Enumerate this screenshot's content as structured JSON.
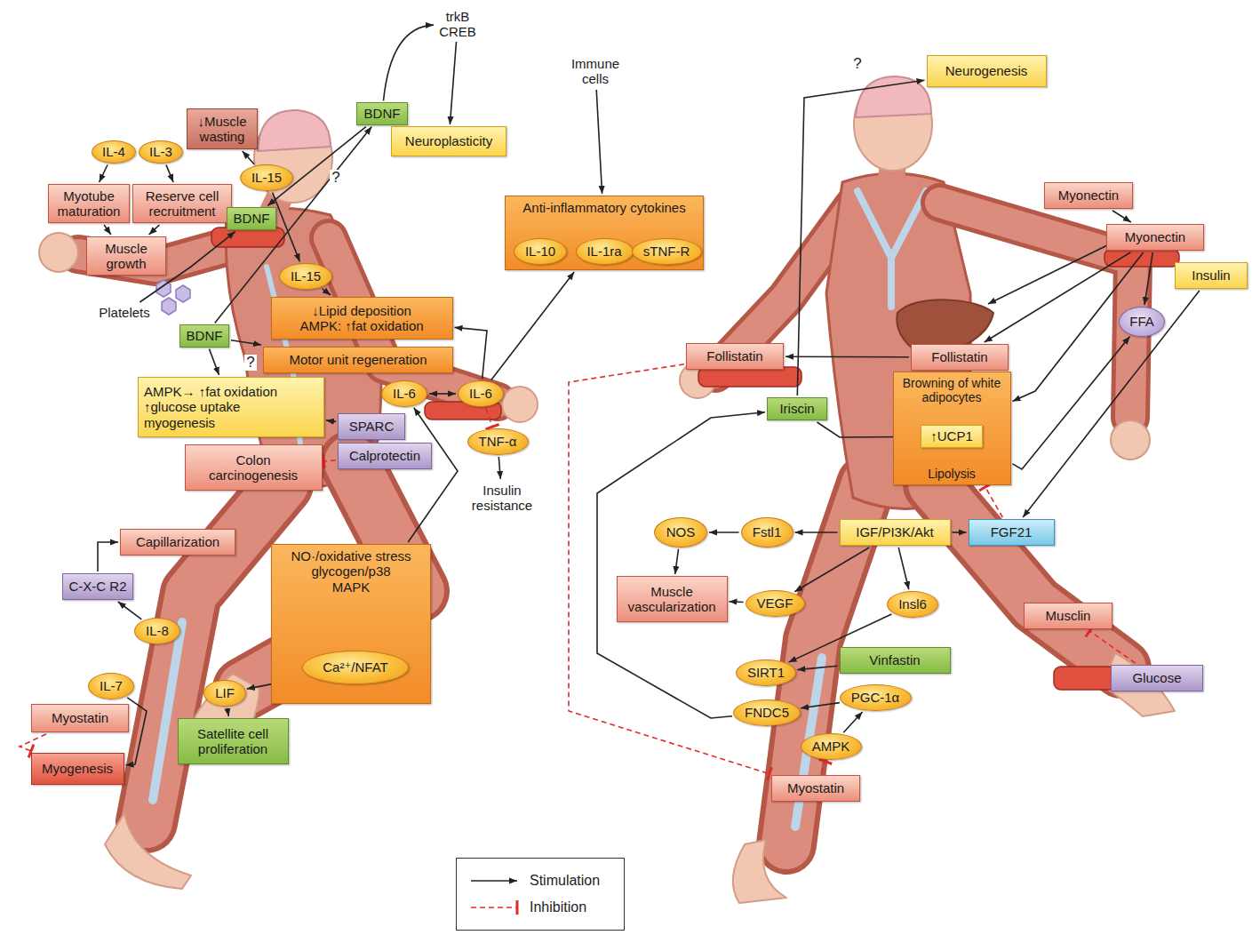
{
  "diagram": {
    "nodes": [
      {
        "text": [
          "BDNF"
        ]
      },
      {
        "text": [
          "trkB CREB"
        ]
      },
      {
        "text": [
          "Neuroplasticity"
        ]
      },
      {
        "text": [
          "Immune cells"
        ]
      },
      {
        "text": [
          "Anti-inflammatory cytokines"
        ]
      },
      {
        "text": [
          "IL-10"
        ],
        "in": 4
      },
      {
        "text": [
          "IL-1ra"
        ],
        "in": 4
      },
      {
        "text": [
          "sTNF-R"
        ],
        "in": 4
      },
      {
        "text": [
          "↓Muscle wasting"
        ]
      },
      {
        "text": [
          "IL-4"
        ]
      },
      {
        "text": [
          "IL-3"
        ]
      },
      {
        "text": [
          "IL-15"
        ]
      },
      {
        "text": [
          "Myotube maturation"
        ]
      },
      {
        "text": [
          "Reserve cell recruitment"
        ]
      },
      {
        "text": [
          "Muscle growth"
        ]
      },
      {
        "text": [
          "BDNF"
        ]
      },
      {
        "text": [
          "IL-15"
        ]
      },
      {
        "text": [
          "Platelets"
        ]
      },
      {
        "text": [
          "BDNF"
        ]
      },
      {
        "text": [
          "↓Lipid deposition",
          "AMPK: ↑fat oxidation"
        ]
      },
      {
        "text": [
          "Motor unit regeneration"
        ]
      },
      {
        "text": [
          "AMPK→ ↑fat oxidation",
          "↑glucose uptake",
          "myogenesis"
        ]
      },
      {
        "text": [
          "IL-6"
        ]
      },
      {
        "text": [
          "IL-6"
        ]
      },
      {
        "text": [
          "SPARC"
        ]
      },
      {
        "text": [
          "Calprotectin"
        ]
      },
      {
        "text": [
          "Colon carcinogenesis"
        ]
      },
      {
        "text": [
          "TNF-α"
        ]
      },
      {
        "text": [
          "Insulin resistance"
        ]
      },
      {
        "text": [
          "Capillarization"
        ]
      },
      {
        "text": [
          "C-X-C R2"
        ]
      },
      {
        "text": [
          "NO·/oxidative stress",
          "glycogen/p38",
          "MAPK"
        ]
      },
      {
        "text": [
          "Ca²⁺/NFAT"
        ],
        "in": 31
      },
      {
        "text": [
          "IL-8"
        ]
      },
      {
        "text": [
          "LIF"
        ]
      },
      {
        "text": [
          "IL-7"
        ]
      },
      {
        "text": [
          "Myostatin"
        ]
      },
      {
        "text": [
          "Myogenesis"
        ]
      },
      {
        "text": [
          "Satellite cell proliferation"
        ]
      },
      {
        "text": [
          "Neurogenesis"
        ]
      },
      {
        "text": [
          "Myonectin"
        ]
      },
      {
        "text": [
          "Myonectin"
        ]
      },
      {
        "text": [
          "Insulin"
        ]
      },
      {
        "text": [
          "FFA"
        ]
      },
      {
        "text": [
          "Follistatin"
        ]
      },
      {
        "text": [
          "Follistatin"
        ]
      },
      {
        "text": [
          "Browning of white adipocytes",
          "Lipolysis"
        ]
      },
      {
        "text": [
          "↑UCP1"
        ],
        "in": 46
      },
      {
        "text": [
          "Iriscin"
        ]
      },
      {
        "text": [
          "NOS"
        ]
      },
      {
        "text": [
          "Fstl1"
        ]
      },
      {
        "text": [
          "IGF/PI3K/Akt"
        ]
      },
      {
        "text": [
          "FGF21"
        ]
      },
      {
        "text": [
          "Muscle vascularization"
        ]
      },
      {
        "text": [
          "VEGF"
        ]
      },
      {
        "text": [
          "Insl6"
        ]
      },
      {
        "text": [
          "Musclin"
        ]
      },
      {
        "text": [
          "SIRT1"
        ]
      },
      {
        "text": [
          "Vinfastin"
        ]
      },
      {
        "text": [
          "Glucose"
        ]
      },
      {
        "text": [
          "FNDC5"
        ]
      },
      {
        "text": [
          "PGC-1α"
        ]
      },
      {
        "text": [
          "AMPK"
        ]
      },
      {
        "text": [
          "Myostatin"
        ]
      }
    ],
    "edges": [
      {
        "from": 0,
        "to": 1,
        "arrow": "to"
      },
      {
        "from": 1,
        "to": 2,
        "arrow": "to"
      },
      {
        "from": 3,
        "to": 4,
        "arrow": "to"
      },
      {
        "from": 23,
        "to": 4,
        "arrow": "to"
      },
      {
        "from": 11,
        "to": 8,
        "arrow": "to"
      },
      {
        "from": 9,
        "to": 12,
        "arrow": "to"
      },
      {
        "from": 10,
        "to": 13,
        "arrow": "to"
      },
      {
        "from": 12,
        "to": 14,
        "arrow": "to"
      },
      {
        "from": 13,
        "to": 14,
        "arrow": "to"
      },
      {
        "from": 18,
        "to": 0,
        "arrow": "to"
      },
      {
        "from": 0,
        "to": 15,
        "arrow": "to"
      },
      {
        "from": 17,
        "to": 15,
        "arrow": "to"
      },
      {
        "from": 11,
        "to": 16,
        "arrow": "to"
      },
      {
        "from": 16,
        "to": 19,
        "arrow": "to"
      },
      {
        "from": 18,
        "to": 20,
        "arrow": "to"
      },
      {
        "from": 18,
        "to": 21,
        "arrow": "to"
      },
      {
        "from": 23,
        "to": 19,
        "arrow": "to"
      },
      {
        "from": 22,
        "to": 23,
        "arrow": "both"
      },
      {
        "from": 23,
        "to": 27,
        "arrow": "to"
      },
      {
        "from": 27,
        "to": 28,
        "arrow": "to"
      },
      {
        "from": 24,
        "to": 21,
        "arrow": "to"
      },
      {
        "from": 25,
        "to": 26,
        "arrow": "to"
      },
      {
        "from": 31,
        "to": 22,
        "arrow": "to"
      },
      {
        "from": 32,
        "to": 34,
        "arrow": "to"
      },
      {
        "from": 34,
        "to": 38,
        "arrow": "to"
      },
      {
        "from": 33,
        "to": 30,
        "arrow": "to"
      },
      {
        "from": 30,
        "to": 29,
        "arrow": "to"
      },
      {
        "from": 35,
        "to": 37,
        "arrow": "to"
      },
      {
        "from": 36,
        "to": 37,
        "arrow": "to"
      },
      {
        "from": 48,
        "to": 39,
        "arrow": "to"
      },
      {
        "from": 48,
        "to": 47,
        "arrow": "to"
      },
      {
        "from": 40,
        "to": 41,
        "arrow": "to"
      },
      {
        "from": 41,
        "to": 45,
        "arrow": "to"
      },
      {
        "from": 41,
        "to": 46,
        "arrow": "to"
      },
      {
        "from": 41,
        "to": 43,
        "arrow": "to"
      },
      {
        "from": 46,
        "to": 43,
        "arrow": "to"
      },
      {
        "from": 52,
        "to": 46,
        "arrow": "to"
      },
      {
        "from": 42,
        "to": 52,
        "arrow": "to"
      },
      {
        "from": 45,
        "to": 44,
        "arrow": "to"
      },
      {
        "from": 44,
        "to": 63,
        "arrow": "to"
      },
      {
        "from": 60,
        "to": 48,
        "arrow": "to"
      },
      {
        "from": 51,
        "to": 50,
        "arrow": "to"
      },
      {
        "from": 50,
        "to": 49,
        "arrow": "to"
      },
      {
        "from": 49,
        "to": 53,
        "arrow": "to"
      },
      {
        "from": 51,
        "to": 54,
        "arrow": "to"
      },
      {
        "from": 54,
        "to": 53,
        "arrow": "to"
      },
      {
        "from": 51,
        "to": 52,
        "arrow": "to"
      },
      {
        "from": 51,
        "to": 55,
        "arrow": "to"
      },
      {
        "from": 55,
        "to": 57,
        "arrow": "to"
      },
      {
        "from": 58,
        "to": 57,
        "arrow": "to"
      },
      {
        "from": 61,
        "to": 60,
        "arrow": "to"
      },
      {
        "from": 62,
        "to": 61,
        "arrow": "to"
      },
      {
        "from": 63,
        "to": 62,
        "arrow": "to"
      },
      {
        "from": 59,
        "to": 56,
        "arrow": "to"
      }
    ],
    "labels": [
      "?",
      "?",
      "?"
    ],
    "legend": [
      {
        "text": "Stimulation"
      },
      {
        "text": "Inhibition"
      }
    ]
  }
}
